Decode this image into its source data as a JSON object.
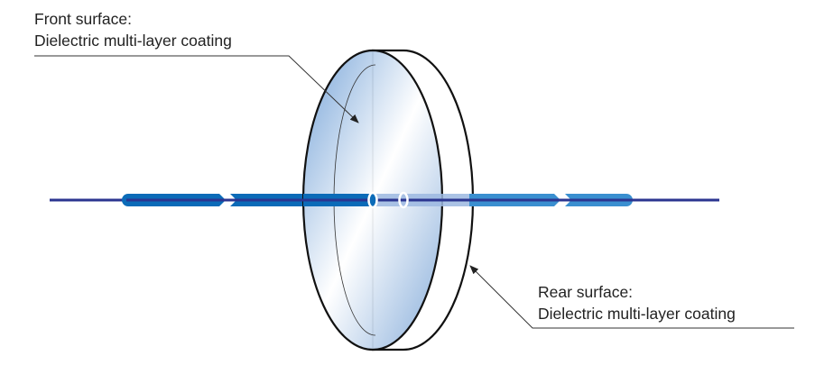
{
  "front": {
    "title": "Front surface:",
    "desc": "Dielectric multi-layer coating"
  },
  "rear": {
    "title": "Rear surface:",
    "desc": "Dielectric multi-layer coating"
  },
  "colors": {
    "beam_line": "#2b3590",
    "beam_in": "#0b6bb8",
    "beam_inside": "#9cb8e0",
    "beam_out": "#3a8fd0",
    "lens_edge": "#111111",
    "lens_fill_dark": "#7fa8d8",
    "lens_fill_light": "#ffffff"
  }
}
